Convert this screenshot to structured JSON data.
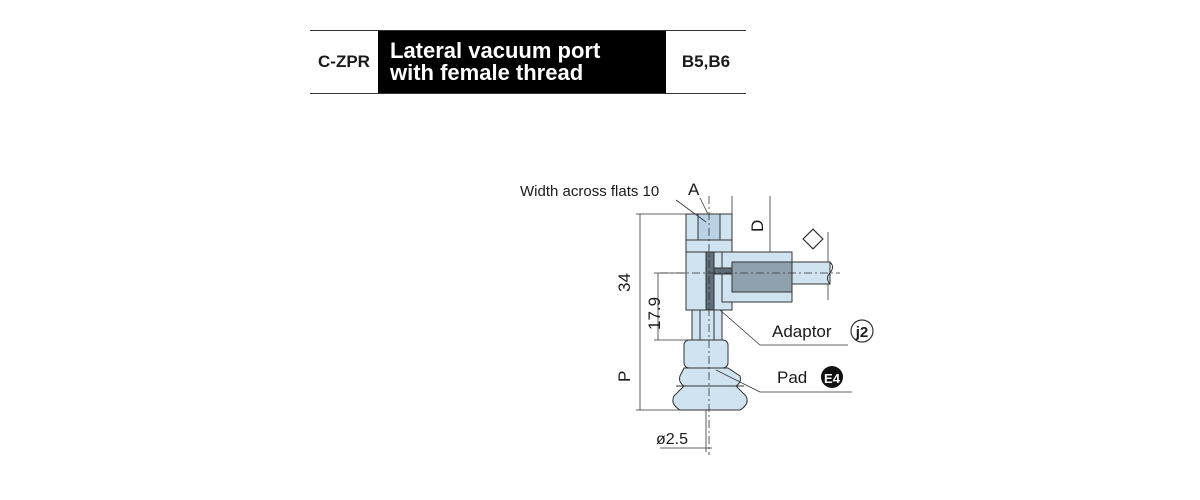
{
  "header": {
    "code": "C-ZPR",
    "title_line1": "Lateral vacuum port",
    "title_line2": "with female thread",
    "variant": "B5,B6"
  },
  "drawing": {
    "width_across_flats": "Width across flats 10",
    "label_a": "A",
    "label_d": "D",
    "dim_34": "34",
    "dim_17_9": "17.9",
    "label_p": "P",
    "dia_2_5": "ø2.5",
    "adaptor_label": "Adaptor",
    "adaptor_code": "j2",
    "pad_label": "Pad",
    "pad_code": "E4"
  },
  "colors": {
    "part_fill": "#cfe3f1",
    "part_dark": "#7a8a96",
    "outline": "#333333"
  }
}
